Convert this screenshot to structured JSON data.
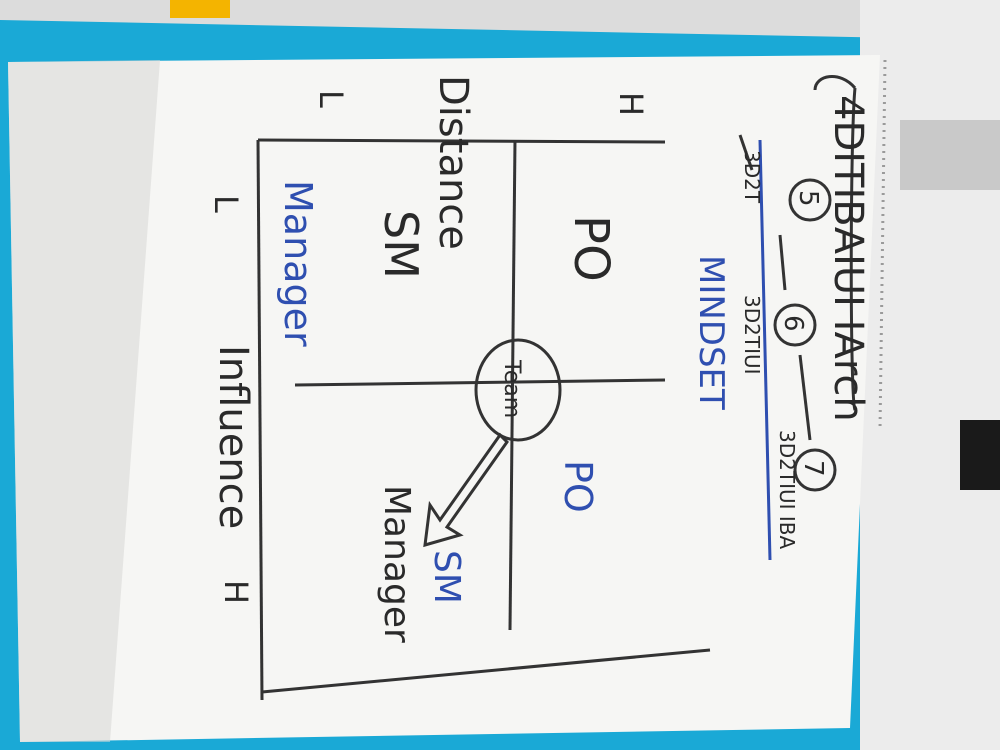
{
  "sheet": {
    "title": "4DITIBAIUI IArch",
    "subtitle": "MINDSET",
    "stages": [
      {
        "number": "5",
        "label": "3D2T"
      },
      {
        "number": "6",
        "label": "3D2TIUI"
      },
      {
        "number": "7",
        "label": "3D2TIUI IBA"
      }
    ]
  },
  "matrix": {
    "y_axis_title": "Distance",
    "y_low": "L",
    "y_high": "H",
    "x_axis_title": "Influence",
    "x_low": "L",
    "x_high": "H",
    "quadrants": {
      "top_left": "PO",
      "bottom_left": "SM",
      "bottom_left_label": "Manager",
      "top_right": "PO",
      "bottom_right_primary": "SM",
      "bottom_right_secondary": "Manager"
    },
    "center_label": "Team"
  },
  "colors": {
    "ink": "#2a2a2a",
    "blue_marker": "#2f4fb0",
    "paper": "#f6f6f4",
    "background_blue": "#1aa9d6"
  }
}
